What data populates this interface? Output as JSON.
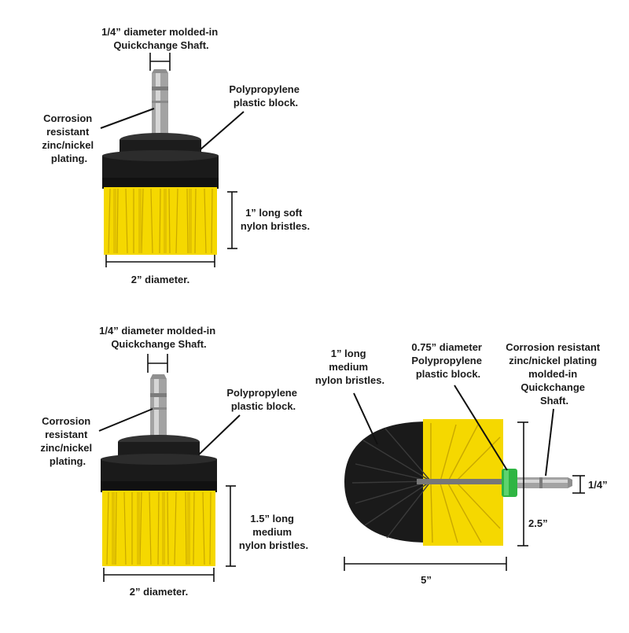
{
  "colors": {
    "bristle_yellow": "#f5d800",
    "bristle_yellow_dark": "#c9a800",
    "block_black": "#1a1a1a",
    "shaft_steel": "#a7a7a7",
    "collar_green": "#2fb543",
    "text": "#1b1b1b"
  },
  "brush_1": {
    "shaft_label": [
      "1/4” diameter molded-in",
      "Quickchange Shaft."
    ],
    "plating_label": [
      "Corrosion",
      "resistant",
      "zinc/nickel",
      "plating."
    ],
    "block_label": [
      "Polypropylene",
      "plastic block."
    ],
    "bristle_label": [
      "1” long soft",
      "nylon bristles."
    ],
    "diameter_label": "2” diameter."
  },
  "brush_2": {
    "shaft_label": [
      "1/4” diameter molded-in",
      "Quickchange Shaft."
    ],
    "plating_label": [
      "Corrosion",
      "resistant",
      "zinc/nickel",
      "plating."
    ],
    "block_label": [
      "Polypropylene",
      "plastic block."
    ],
    "bristle_label": [
      "1.5” long",
      "medium",
      "nylon bristles."
    ],
    "diameter_label": "2” diameter."
  },
  "brush_3": {
    "bristle_label": [
      "1” long",
      "medium",
      "nylon bristles."
    ],
    "block_label": [
      "0.75” diameter",
      "Polypropylene",
      "plastic block."
    ],
    "plating_label": [
      "Corrosion resistant",
      "zinc/nickel plating",
      "molded-in",
      "Quickchange",
      "Shaft."
    ],
    "shaft_dim_label": "1/4”",
    "height_label": "2.5”",
    "length_label": "5”"
  }
}
